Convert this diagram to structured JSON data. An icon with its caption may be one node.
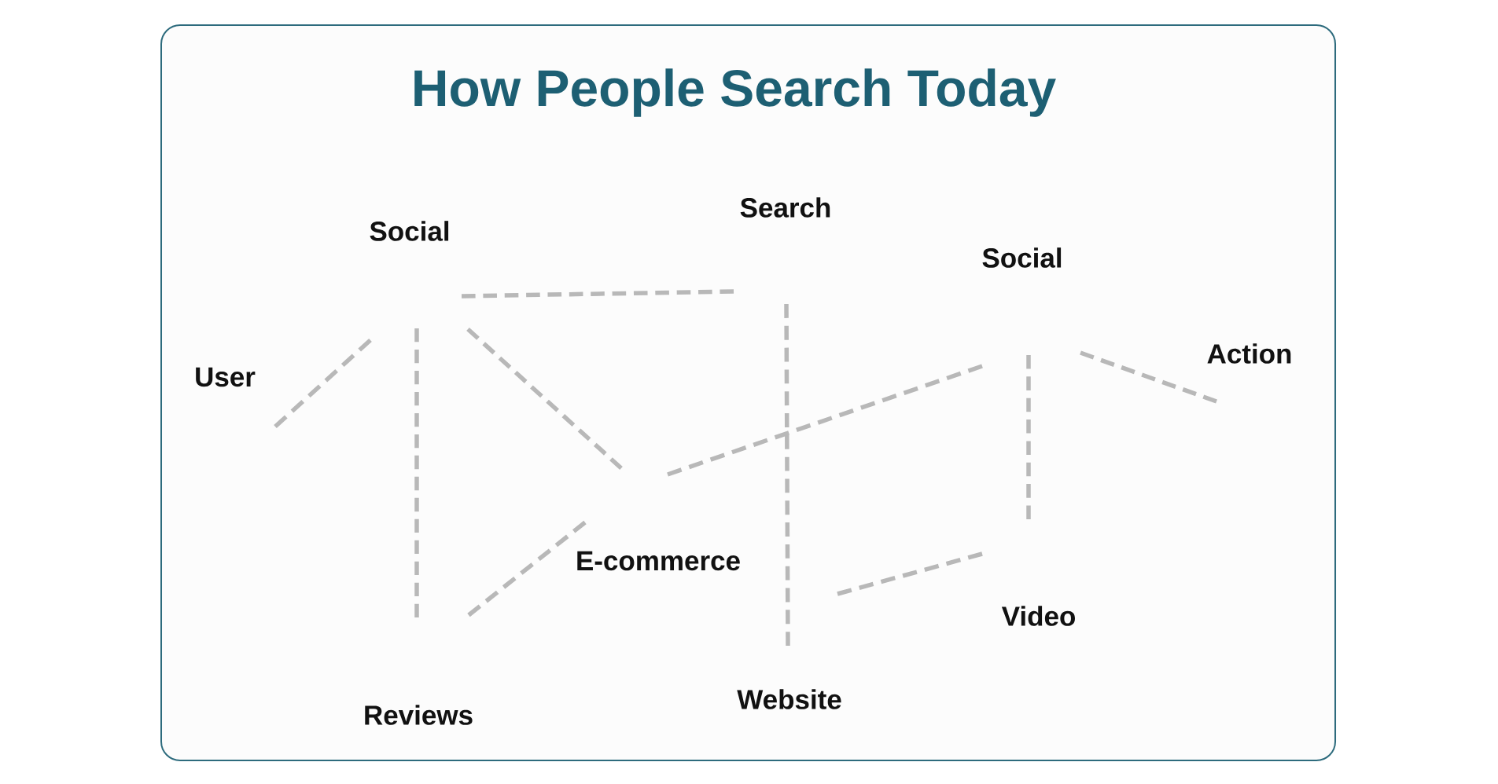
{
  "diagram": {
    "title": "How People Search Today",
    "nodes": [
      {
        "text": [
          "Search"
        ]
      },
      {
        "text": [
          "Social"
        ]
      },
      {
        "text": [
          "Social"
        ]
      },
      {
        "text": [
          "Action"
        ]
      },
      {
        "text": [
          "User"
        ]
      },
      {
        "text": [
          "E-commerce"
        ]
      },
      {
        "text": [
          "Video"
        ]
      },
      {
        "text": [
          "Website"
        ]
      },
      {
        "text": [
          "Reviews"
        ]
      }
    ],
    "edges": [
      {
        "from": 4,
        "to": 1,
        "arrow": "none",
        "style": "dashed"
      },
      {
        "from": 1,
        "to": 0,
        "arrow": "none",
        "style": "dashed"
      },
      {
        "from": 1,
        "to": 8,
        "arrow": "none",
        "style": "dashed"
      },
      {
        "from": 1,
        "to": 5,
        "arrow": "none",
        "style": "dashed"
      },
      {
        "from": 8,
        "to": 5,
        "arrow": "none",
        "style": "dashed"
      },
      {
        "from": 5,
        "to": 2,
        "arrow": "none",
        "style": "dashed"
      },
      {
        "from": 0,
        "to": 7,
        "arrow": "none",
        "style": "dashed"
      },
      {
        "from": 2,
        "to": 3,
        "arrow": "none",
        "style": "dashed"
      },
      {
        "from": 2,
        "to": 6,
        "arrow": "none",
        "style": "dashed"
      },
      {
        "from": 7,
        "to": 6,
        "arrow": "none",
        "style": "dashed"
      }
    ]
  }
}
